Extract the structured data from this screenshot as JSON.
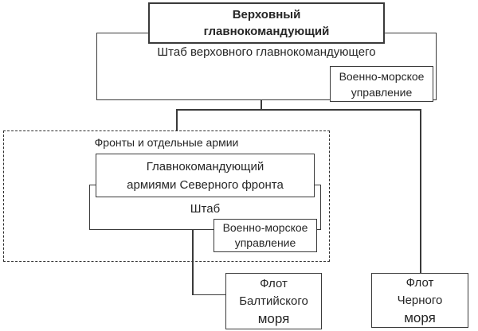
{
  "diagram": {
    "type": "org-chart",
    "language": "ru",
    "colors": {
      "background": "#ffffff",
      "border": "#3a3a3a",
      "dashed_border": "#2e2e2e",
      "text": "#262626"
    },
    "nodes": {
      "supreme_commander": {
        "lines": [
          "Верховный",
          "главнокомандующий"
        ]
      },
      "supreme_hq": {
        "label": "Штаб верховного главнокомандующего"
      },
      "naval_directorate_top": {
        "lines": [
          "Военно-морское",
          "управление"
        ]
      },
      "fronts_group": {
        "label": "Фронты и отдельные армии"
      },
      "northern_front_commander": {
        "lines": [
          "Главнокомандующий",
          "армиями Северного фронта"
        ]
      },
      "front_hq": {
        "label": "Штаб"
      },
      "naval_directorate_front": {
        "lines": [
          "Военно-морское",
          "управление"
        ]
      },
      "baltic_fleet": {
        "lines": [
          "Флот",
          "Балтийского",
          "моря"
        ]
      },
      "black_sea_fleet": {
        "lines": [
          "Флот",
          "Черного",
          "моря"
        ]
      }
    }
  }
}
